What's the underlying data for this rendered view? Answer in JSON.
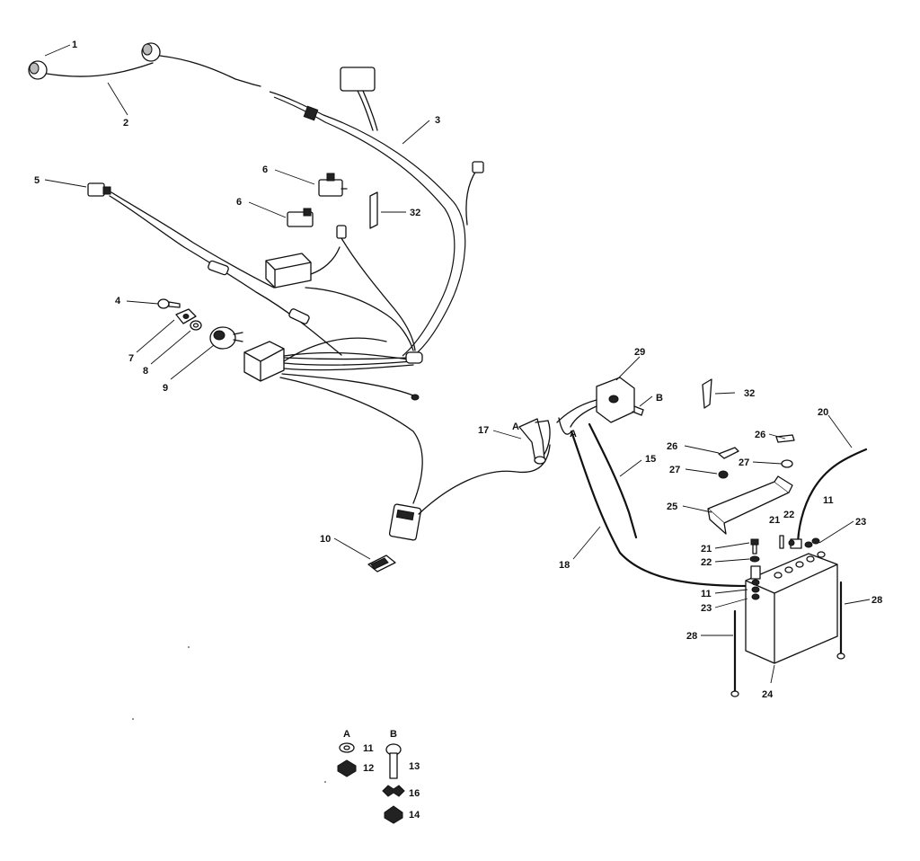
{
  "callouts": {
    "c1": "1",
    "c2": "2",
    "c3": "3",
    "c4": "4",
    "c5": "5",
    "c6a": "6",
    "c6b": "6",
    "c7": "7",
    "c8": "8",
    "c9": "9",
    "c10": "10",
    "c11a": "11",
    "c11b": "11",
    "c11c": "11",
    "c12": "12",
    "c13": "13",
    "c14": "14",
    "c15": "15",
    "c16": "16",
    "c17": "17",
    "c18": "18",
    "c20": "20",
    "c21a": "21",
    "c21b": "21",
    "c22a": "22",
    "c22b": "22",
    "c23a": "23",
    "c23b": "23",
    "c24": "24",
    "c25": "25",
    "c26a": "26",
    "c26b": "26",
    "c27a": "27",
    "c27b": "27",
    "c28a": "28",
    "c28b": "28",
    "c29": "29",
    "c32a": "32",
    "c32b": "32"
  },
  "letters": {
    "a_main": "A",
    "a_cable": "A",
    "b_switch": "B",
    "legend_a": "A",
    "legend_b": "B"
  },
  "colors": {
    "ink": "#111111",
    "paper": "#ffffff"
  }
}
